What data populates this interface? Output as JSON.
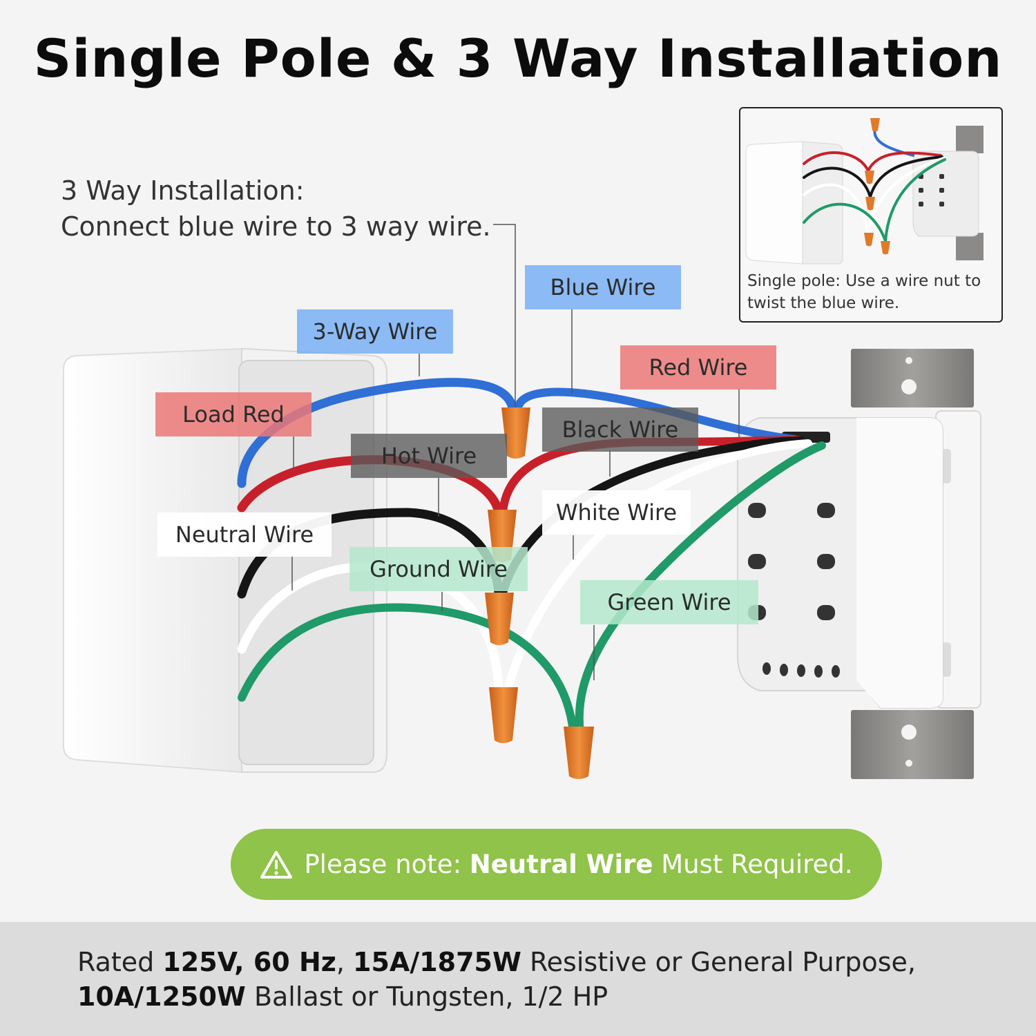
{
  "title": "Single Pole & 3 Way Installation",
  "intro": {
    "line1": "3 Way Installation:",
    "line2": "Connect blue wire to 3 way wire."
  },
  "labels": {
    "blue_wire": "Blue Wire",
    "three_way_wire": "3-Way Wire",
    "red_wire": "Red Wire",
    "load_red": "Load Red",
    "black_wire": "Black Wire",
    "hot_wire": "Hot Wire",
    "white_wire": "White Wire",
    "neutral_wire": "Neutral Wire",
    "ground_wire": "Ground Wire",
    "green_wire": "Green Wire"
  },
  "inset": {
    "caption_line1": "Single pole: Use a wire nut to",
    "caption_line2": "twist the blue wire."
  },
  "note": {
    "prefix": "Please note: ",
    "emphasis": "Neutral Wire",
    "suffix": " Must Required."
  },
  "specs": {
    "rated": "Rated ",
    "voltage": "125V, 60 Hz",
    "sep": ", ",
    "resistive_rating": "15A/1875W",
    "resistive_text": " Resistive or General Purpose,",
    "ballast_rating": "10A/1250W",
    "ballast_text": " Ballast or Tungsten, 1/2 HP"
  },
  "colors": {
    "blue": "#2f6fd6",
    "red": "#c8202a",
    "black": "#151515",
    "white": "#ffffff",
    "green": "#1f9a68",
    "wire_nut": "#e07a2b",
    "note_bg": "#8fc349",
    "plate": "#8c8a88"
  }
}
